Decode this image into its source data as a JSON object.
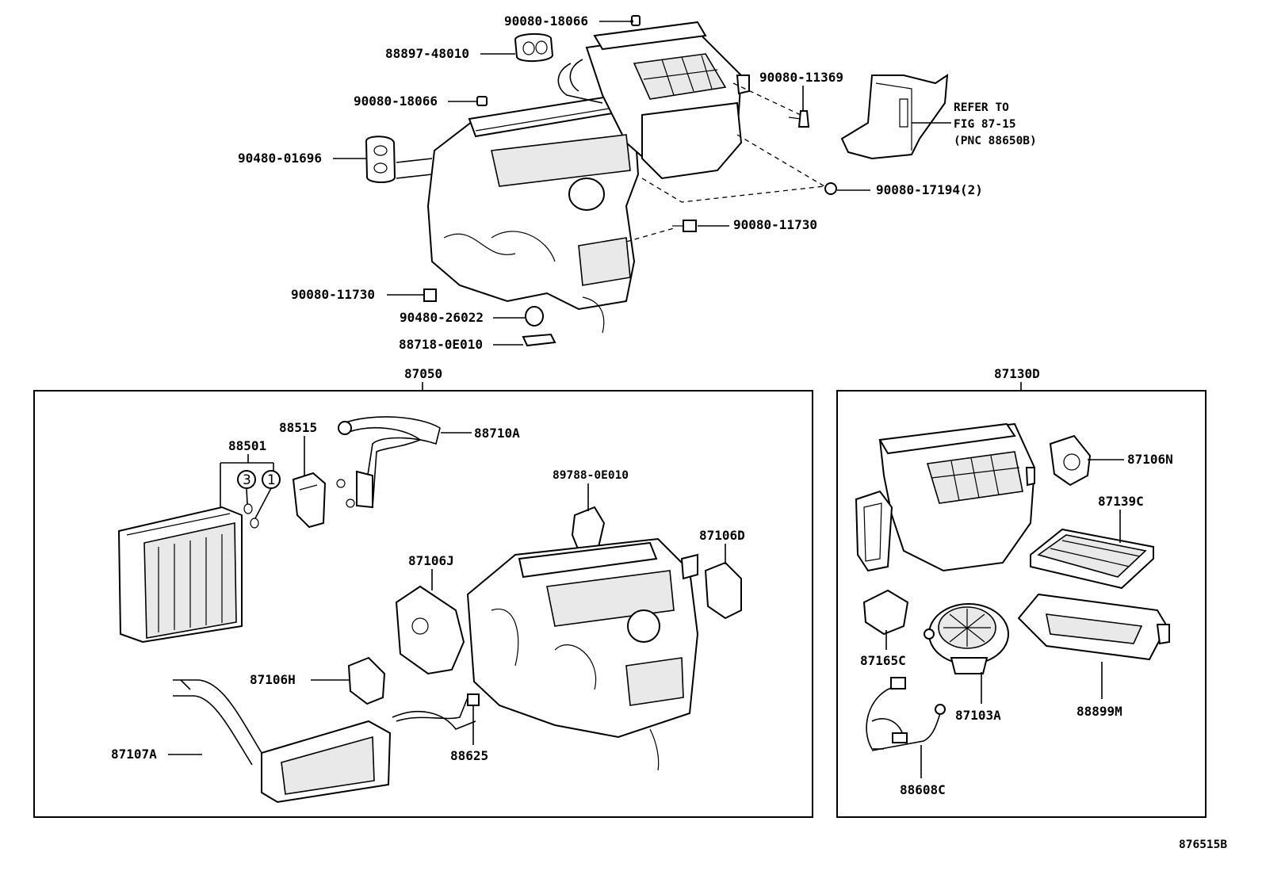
{
  "colors": {
    "ink": "#000000",
    "background": "#ffffff"
  },
  "top_labels": {
    "p_90080_18066_a": "90080-18066",
    "p_88897_48010": "88897-48010",
    "p_90080_18066_b": "90080-18066",
    "p_90480_01696": "90480-01696",
    "p_90080_11369": "90080-11369",
    "refer_line1": "REFER TO",
    "refer_line2": "FIG 87-15",
    "refer_line3": "(PNC 88650B)",
    "p_90080_17194": "90080-17194(2)",
    "p_90080_11730_r": "90080-11730",
    "p_90080_11730_l": "90080-11730",
    "p_90480_26022": "90480-26022",
    "p_88718_0e010": "88718-0E010"
  },
  "box_87050": {
    "title": "87050",
    "labels": {
      "p_88501": "88501",
      "p_88515": "88515",
      "p_88710a": "88710A",
      "p_89788_0e010": "89788-0E010",
      "p_87106d": "87106D",
      "p_87106j": "87106J",
      "p_87106h": "87106H",
      "p_87107a": "87107A",
      "p_88625": "88625"
    },
    "circle_refs": [
      "3",
      "1"
    ]
  },
  "box_87130d": {
    "title": "87130D",
    "labels": {
      "p_87106n": "87106N",
      "p_87139c": "87139C",
      "p_87165c": "87165C",
      "p_87103a": "87103A",
      "p_88899m": "88899M",
      "p_88608c": "88608C"
    }
  },
  "figure_code": "876515B"
}
